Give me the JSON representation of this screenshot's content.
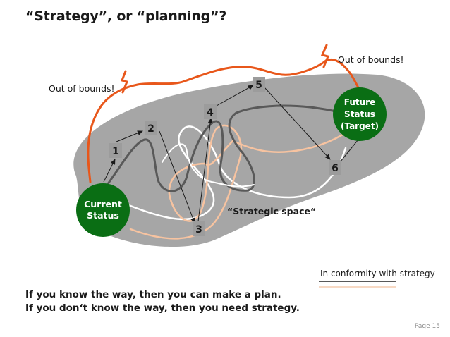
{
  "title": "“Strategy”, or “planning”?",
  "labels": {
    "out_of_bounds_left": "Out of bounds!",
    "out_of_bounds_right": "Out of bounds!",
    "strategic_space": "“Strategic space“",
    "current_status": [
      "Current",
      "Status"
    ],
    "future_status": [
      "Future",
      "Status",
      "(Target)"
    ],
    "legend_label": "In conformity with strategy"
  },
  "steps": [
    "1",
    "2",
    "3",
    "4",
    "5",
    "6"
  ],
  "body_lines": [
    "If you know the way, then you can make a plan.",
    "If you don‘t know the way, then you need strategy."
  ],
  "page": "Page  15",
  "colors": {
    "space_fill": "#a6a6a6",
    "status_green": "#0a6e14",
    "orange_path": "#e8571b",
    "peach_path": "#f7c3a0",
    "dark_path": "#595959",
    "white_path": "#ffffff",
    "step_box": "#9c9c9c"
  }
}
